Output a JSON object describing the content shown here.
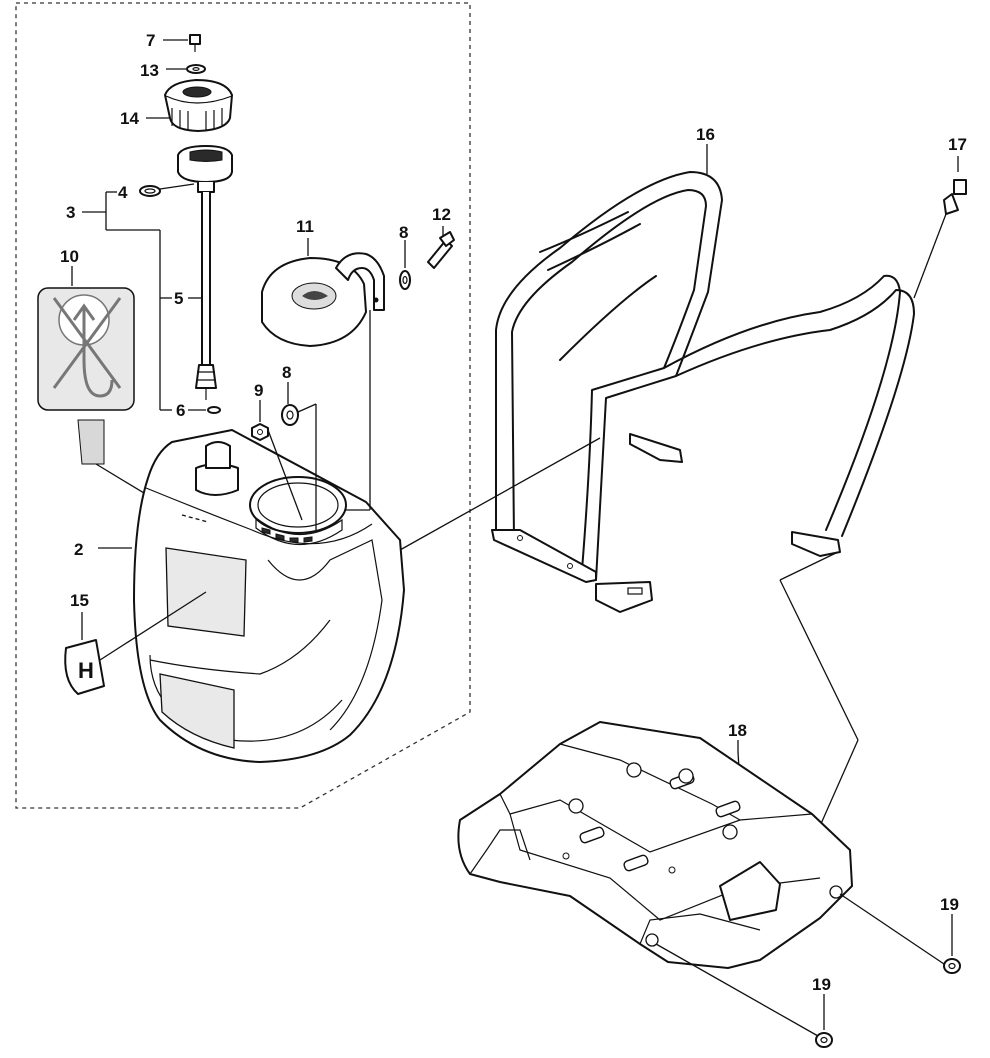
{
  "callouts": {
    "c2": "2",
    "c3": "3",
    "c4": "4",
    "c5": "5",
    "c6": "6",
    "c7": "7",
    "c8a": "8",
    "c8b": "8",
    "c9": "9",
    "c10": "10",
    "c11": "11",
    "c12": "12",
    "c13": "13",
    "c14": "14",
    "c15": "15",
    "c16": "16",
    "c17": "17",
    "c18": "18",
    "c19a": "19",
    "c19b": "19"
  }
}
